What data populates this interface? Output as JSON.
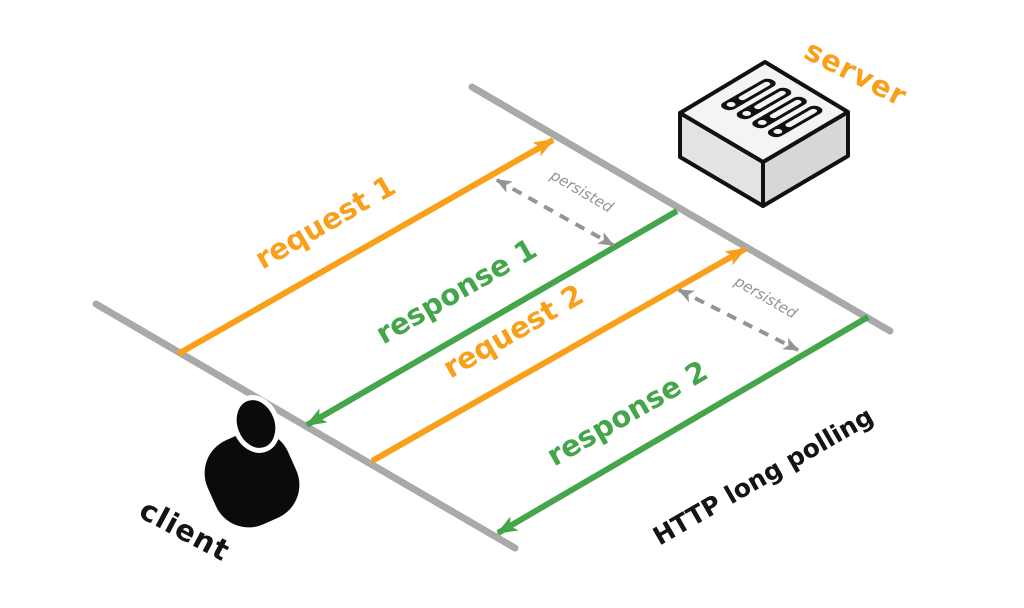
{
  "caption": "HTTP long polling",
  "actors": {
    "server": "server",
    "client": "client"
  },
  "labels": {
    "request1": "request 1",
    "response1": "response 1",
    "request2": "request 2",
    "response2": "response 2",
    "persisted1": "persisted",
    "persisted2": "persisted"
  },
  "colors": {
    "request_orange": "#f9a01b",
    "response_green": "#44a54a",
    "timeline_gray": "#a9a9a9",
    "persisted_gray": "#949494",
    "text_black": "#141414"
  },
  "icons": {
    "server": "server-box-icon",
    "client": "person-icon"
  }
}
